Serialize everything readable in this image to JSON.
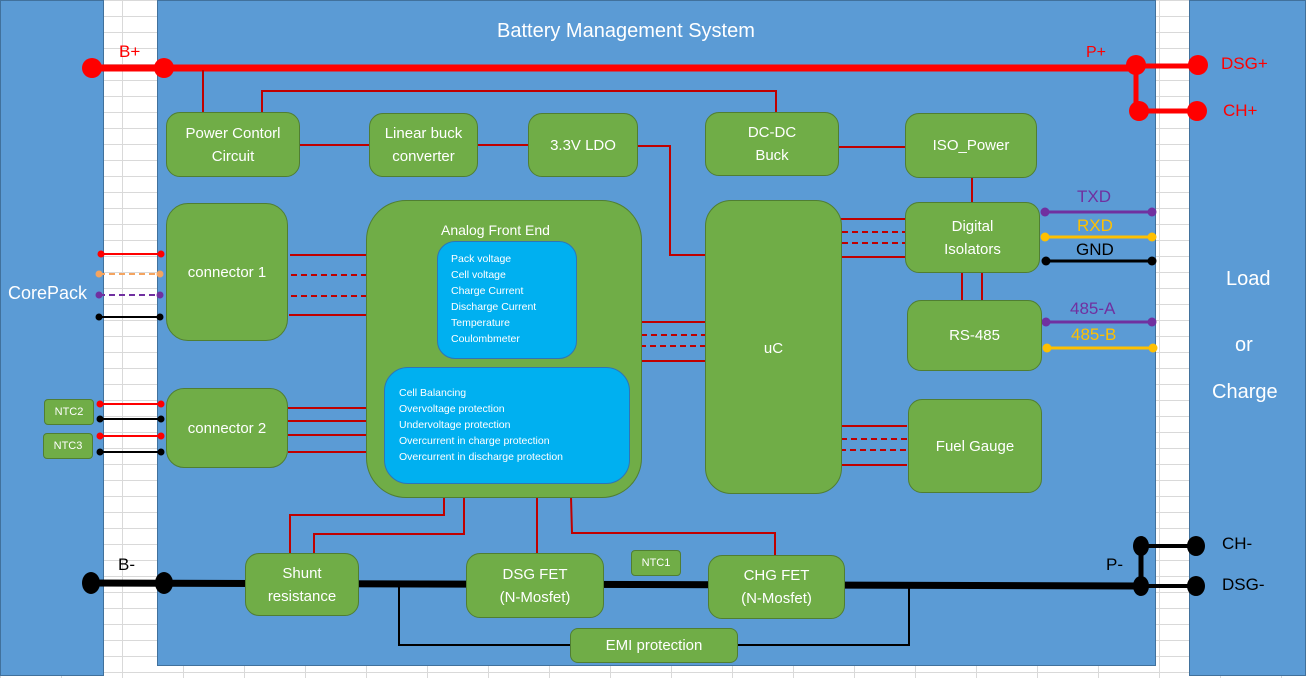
{
  "title": "Battery Management System",
  "colors": {
    "panel": "#5b9bd5",
    "block": "#70ad47",
    "inner_block": "#00b0f0",
    "power_positive": "#ff0000",
    "signal": "#c00000",
    "ground": "#000000",
    "tx": "#7030a0",
    "rx": "#ffc000"
  },
  "left_panel": {
    "label": "CorePack"
  },
  "right_panel": {
    "line1": "Load",
    "line2": "or",
    "line3": "Charge"
  },
  "terminals": {
    "b_plus": "B+",
    "b_minus": "B-",
    "p_plus": "P+",
    "p_minus": "P-",
    "dsg_plus": "DSG+",
    "ch_plus": "CH+",
    "ch_minus": "CH-",
    "dsg_minus": "DSG-"
  },
  "blocks": {
    "power_control": "Power Contorl\nCircuit",
    "linear_buck": "Linear buck\nconverter",
    "ldo": "3.3V LDO",
    "dcdc": "DC-DC\nBuck",
    "iso_power": "ISO_Power",
    "connector1": "connector 1",
    "connector2": "connector 2",
    "ntc1": "NTC1",
    "ntc2": "NTC2",
    "ntc3": "NTC3",
    "uc": "uC",
    "digital_isolators": "Digital\nIsolators",
    "rs485": "RS-485",
    "fuel_gauge": "Fuel Gauge",
    "shunt": "Shunt\nresistance",
    "dsg_fet": "DSG FET\n(N-Mosfet)",
    "chg_fet": "CHG FET\n(N-Mosfet)",
    "emi": "EMI protection"
  },
  "afe": {
    "title": "Analog Front End",
    "measurements": [
      "Pack voltage",
      "Cell  voltage",
      "Charge Current",
      "Discharge Current",
      "Temperature",
      "Coulombmeter"
    ],
    "protections": [
      "Cell Balancing",
      "Overvoltage protection",
      "Undervoltage protection",
      "Overcurrent in charge protection",
      "Overcurrent in discharge protection"
    ]
  },
  "signals": {
    "txd": "TXD",
    "rxd": "RXD",
    "gnd": "GND",
    "a485": "485-A",
    "b485": "485-B"
  }
}
